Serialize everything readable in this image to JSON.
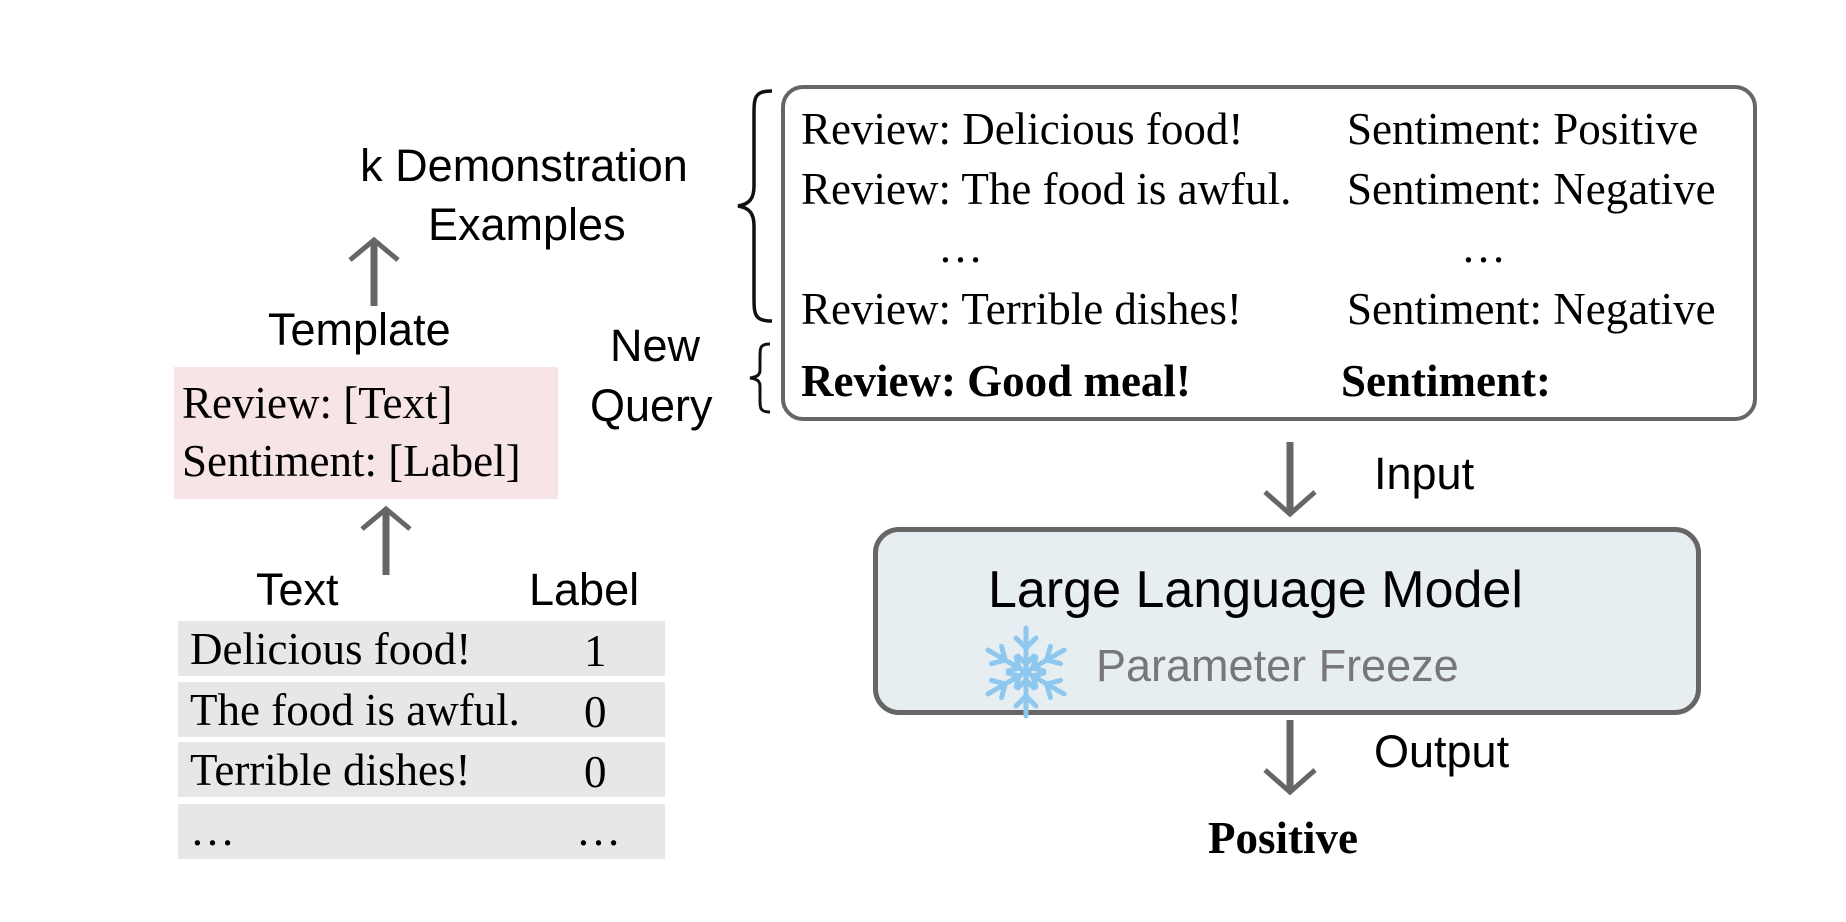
{
  "labels": {
    "k_demo_line1": "k Demonstration",
    "k_demo_line2": "Examples",
    "template_title": "Template",
    "new_query_line1": "New",
    "new_query_line2": "Query",
    "text_header": "Text",
    "label_header": "Label",
    "input": "Input",
    "output": "Output",
    "result": "Positive"
  },
  "template": {
    "line1": "Review: [Text]",
    "line2": "Sentiment: [Label]"
  },
  "dataset": [
    {
      "text": "Delicious food!",
      "label": "1"
    },
    {
      "text": "The food is awful.",
      "label": "0"
    },
    {
      "text": "Terrible dishes!",
      "label": "0"
    },
    {
      "text": "…",
      "label": "…"
    }
  ],
  "demonstrations": [
    {
      "review": "Review: Delicious food!",
      "sentiment": "Sentiment: Positive"
    },
    {
      "review": "Review: The food is awful.",
      "sentiment": "Sentiment: Negative"
    },
    {
      "review": "…",
      "sentiment": "…"
    },
    {
      "review": "Review: Terrible dishes!",
      "sentiment": "Sentiment: Negative"
    }
  ],
  "query": {
    "review": "Review: Good meal!",
    "sentiment": "Sentiment:"
  },
  "model": {
    "title": "Large Language Model",
    "subtitle": "Parameter Freeze",
    "icon": "snowflake-icon"
  },
  "colors": {
    "template_bg": "#f6e4e6",
    "table_row_bg": "#e7e7e7",
    "model_bg": "#e7eef2",
    "border": "#666666",
    "arrow": "#666666",
    "snowflake": "#8ec8ee"
  }
}
